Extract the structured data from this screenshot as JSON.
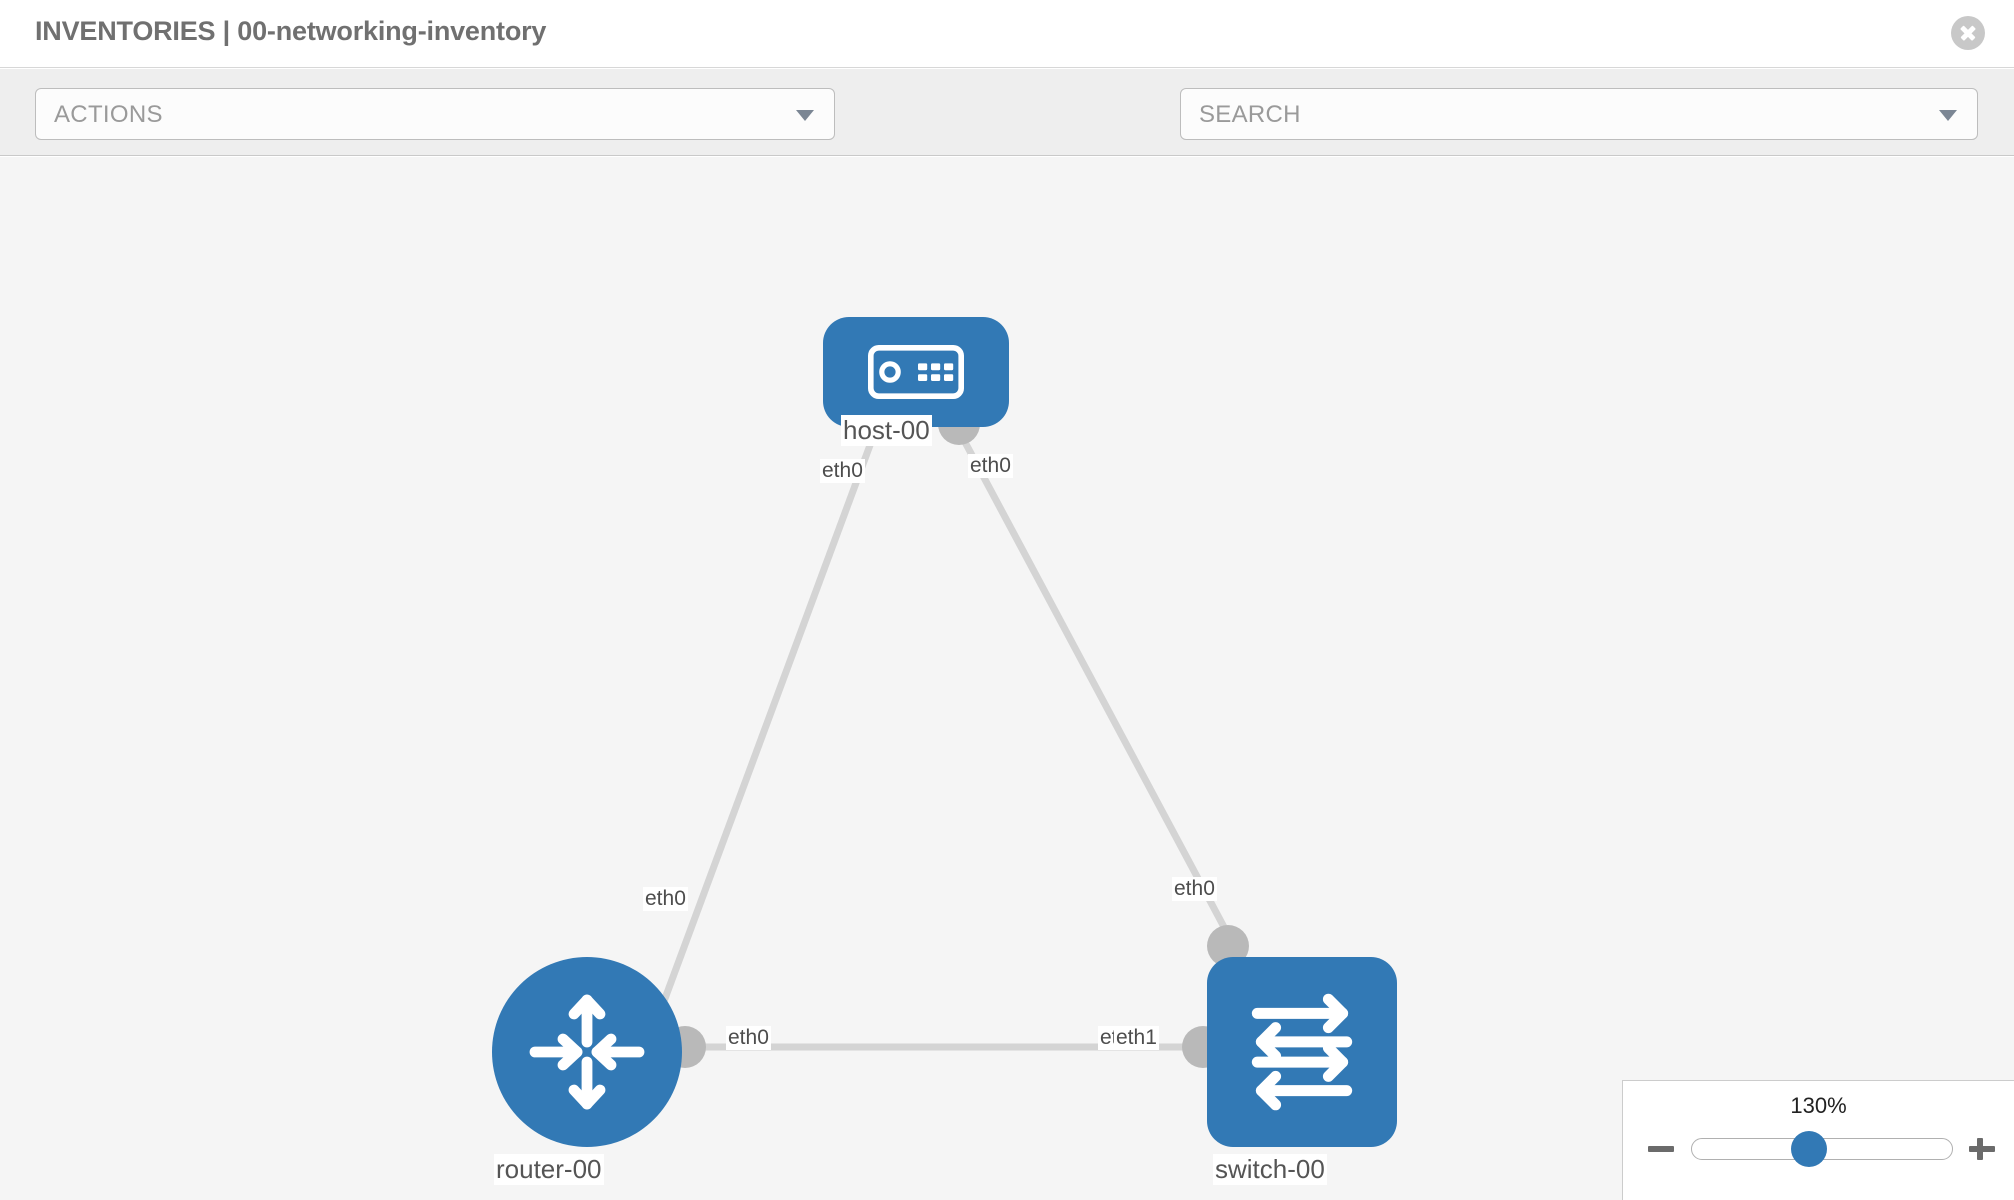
{
  "header": {
    "title": "INVENTORIES | 00-networking-inventory",
    "close_label": "close-icon"
  },
  "toolbar": {
    "actions_label": "ACTIONS",
    "search_placeholder": "SEARCH",
    "wrench_icon": "wrench-icon",
    "key_icon": "key-icon"
  },
  "topology": {
    "nodes": [
      {
        "id": "host-00",
        "label": "host-00",
        "type": "host",
        "color": "#3279b5"
      },
      {
        "id": "router-00",
        "label": "router-00",
        "type": "router",
        "color": "#3279b5"
      },
      {
        "id": "switch-00",
        "label": "switch-00",
        "type": "switch",
        "color": "#3279b5"
      }
    ],
    "edges": [
      {
        "from": "host-00",
        "to": "router-00",
        "from_label": "eth0",
        "to_label": "eth0"
      },
      {
        "from": "host-00",
        "to": "switch-00",
        "from_label": "eth0",
        "to_label": "eth0"
      },
      {
        "from": "router-00",
        "to": "switch-00",
        "from_label": "eth0",
        "to_label": "eth1"
      }
    ],
    "interface_labels": {
      "host_left": "eth0",
      "host_right": "eth0",
      "router_up": "eth0",
      "switch_up": "eth0",
      "router_right": "eth0",
      "switch_left_under": "eth",
      "switch_left": "eth1"
    },
    "link_color": "#d4d4d4",
    "port_color": "#b9b9b9"
  },
  "zoom_control": {
    "percent": "130%",
    "minus_label": "zoom-out",
    "plus_label": "zoom-in"
  }
}
